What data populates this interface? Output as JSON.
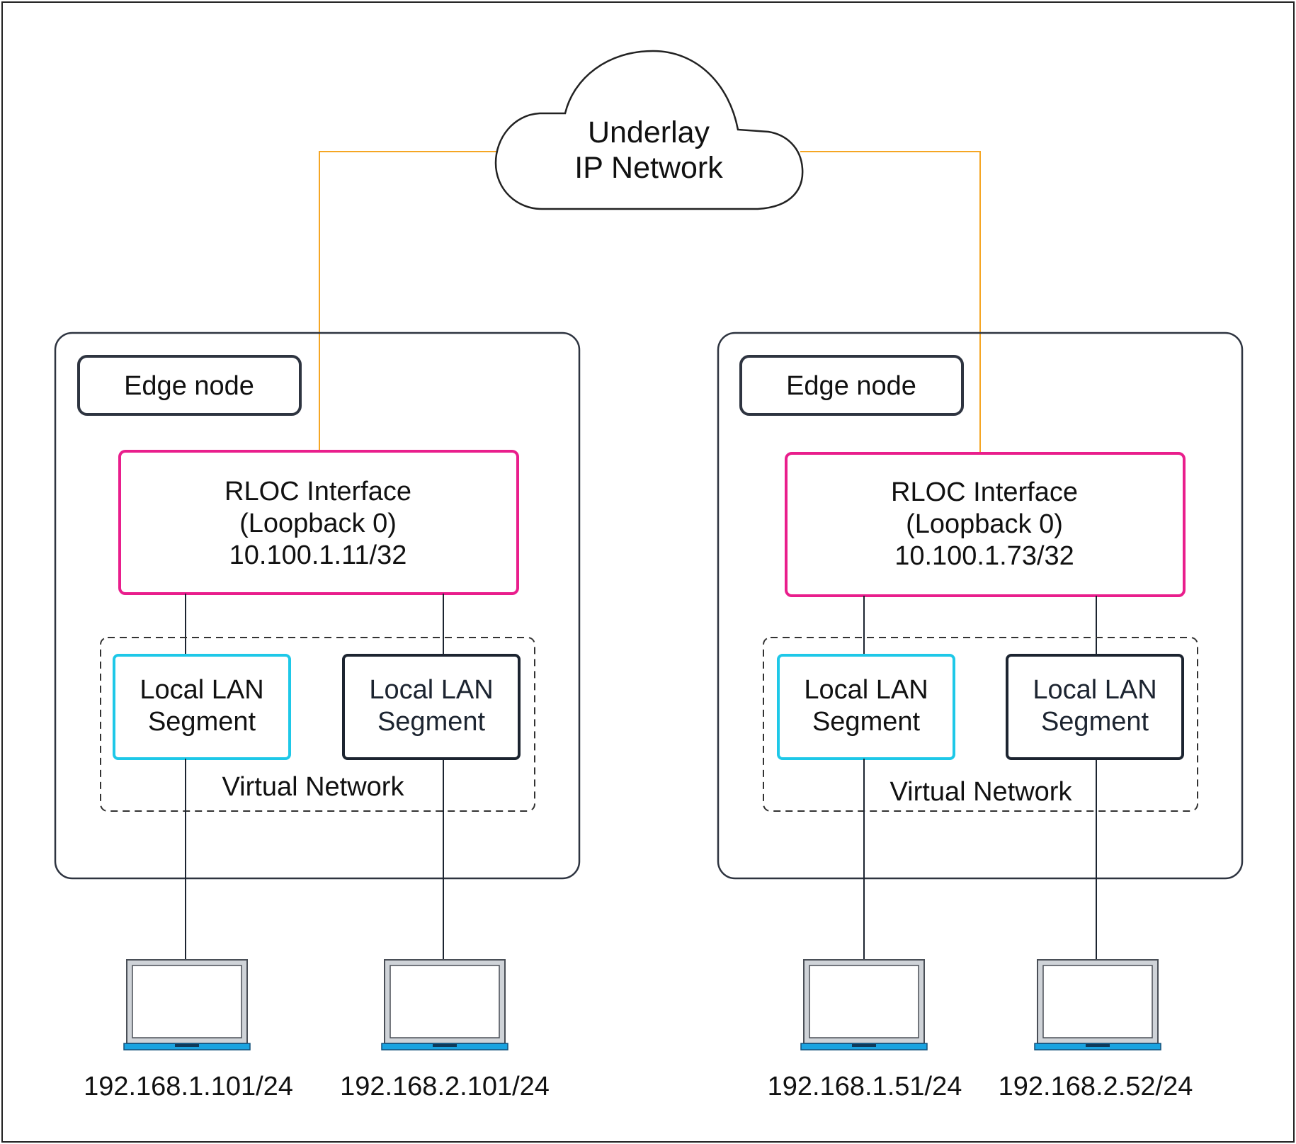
{
  "cloud": {
    "line1": "Underlay",
    "line2": "IP Network"
  },
  "colors": {
    "underlay_link": "#f5a623",
    "rloc_border": "#e91e8c",
    "segment_cyan": "#1ec8e8",
    "segment_dark": "#1c2430",
    "container_border": "#2e3440",
    "laptop_base": "#1aa3e0"
  },
  "sites": [
    {
      "edge_node": "Edge node",
      "rloc": {
        "line1": "RLOC Interface",
        "line2": "(Loopback 0)",
        "line3": "10.100.1.11/32"
      },
      "segments": [
        {
          "line1": "Local LAN",
          "line2": "Segment"
        },
        {
          "line1": "Local LAN",
          "line2": "Segment"
        }
      ],
      "virtual_network": "Virtual Network",
      "hosts": [
        "192.168.1.101/24",
        "192.168.2.101/24"
      ]
    },
    {
      "edge_node": "Edge node",
      "rloc": {
        "line1": "RLOC Interface",
        "line2": "(Loopback 0)",
        "line3": "10.100.1.73/32"
      },
      "segments": [
        {
          "line1": "Local LAN",
          "line2": "Segment"
        },
        {
          "line1": "Local LAN",
          "line2": "Segment"
        }
      ],
      "virtual_network": "Virtual Network",
      "hosts": [
        "192.168.1.51/24",
        "192.168.2.52/24"
      ]
    }
  ]
}
